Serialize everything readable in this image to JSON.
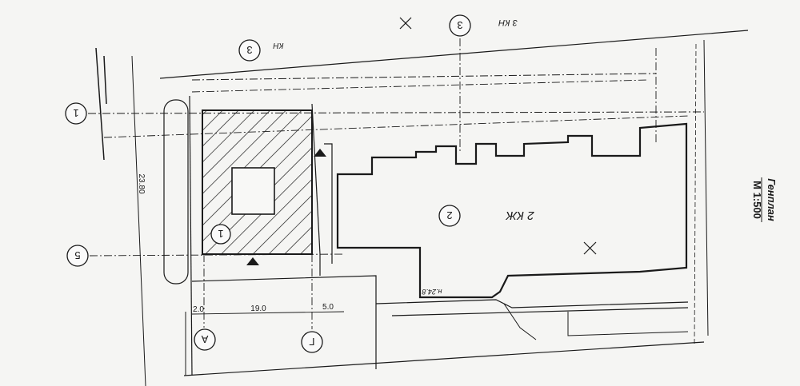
{
  "title": "Генплан",
  "scale": "М 1:500",
  "grid_axes": [
    {
      "label": "1"
    },
    {
      "label": "3"
    },
    {
      "label": "5"
    },
    {
      "label": "А"
    },
    {
      "label": "Г"
    },
    {
      "label": "3"
    }
  ],
  "buildings": [
    {
      "number": "1"
    },
    {
      "number": "2",
      "name": "2 КЖ"
    }
  ],
  "other_labels": {
    "kn_top": "3 КН",
    "kn_left": "КН",
    "floor_note": "н.24.8"
  },
  "dimensions": {
    "d1": "23.80",
    "d2": "19.0",
    "d3": "5.0",
    "d4": "2.0"
  },
  "colors": {
    "ink": "#1a1a1a",
    "paper": "#f5f5f3"
  }
}
